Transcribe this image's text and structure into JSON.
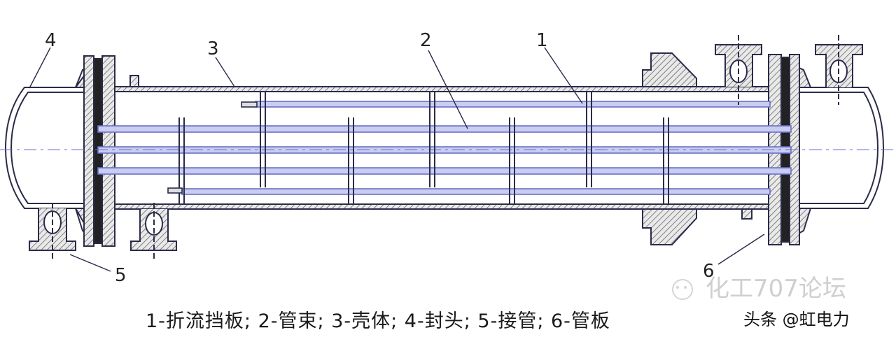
{
  "callouts": {
    "baffle": "1",
    "tube_bundle": "2",
    "shell": "3",
    "head": "4",
    "nozzle": "5",
    "tube_sheet": "6"
  },
  "caption": "1-折流挡板; 2-管束; 3-壳体; 4-封头; 5-接管; 6-管板",
  "watermark": "化工707论坛",
  "credit": "头条 @虹电力",
  "colors": {
    "line": "#2b2b4a",
    "tube": "#6a6fc8",
    "tube_fill": "#c9cdf0",
    "hatch": "#555",
    "seal": "#222"
  }
}
